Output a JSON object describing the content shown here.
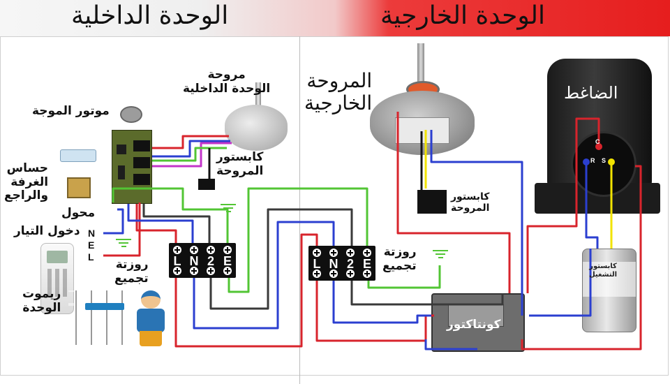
{
  "header": {
    "outdoor_title": "الوحدة الخارجية",
    "indoor_title": "الوحدة الداخلية"
  },
  "indoor": {
    "fan_label_1": "مروحة",
    "fan_label_2": "الوحدة الداخلية",
    "swing_motor": "موتور الموجة",
    "fan_capacitor_1": "كابستور",
    "fan_capacitor_2": "المروحة",
    "sensor_1": "حساس",
    "sensor_2": "الغرفة",
    "sensor_3": "والراجع",
    "transformer": "محول",
    "power_in": "دخول التيار",
    "remote_1": "ريموت",
    "remote_2": "الوحدة",
    "terminal_label_1": "روزتة",
    "terminal_label_2": "تجميع",
    "power_letters": [
      "N",
      "E",
      "L"
    ],
    "terminal_letters": [
      "L",
      "N",
      "2",
      "E"
    ]
  },
  "outdoor": {
    "fan_label_1": "المروحة",
    "fan_label_2": "الخارجية",
    "compressor": "الضاغط",
    "compressor_terminals": [
      "C",
      "R",
      "S"
    ],
    "fan_capacitor_1": "كابستور",
    "fan_capacitor_2": "المروحة",
    "run_capacitor_1": "كابستور",
    "run_capacitor_2": "التشغيل",
    "contactor": "كونتاكتور",
    "terminal_label_1": "روزتة",
    "terminal_label_2": "تجميع",
    "terminal_letters": [
      "L",
      "N",
      "2",
      "E"
    ]
  },
  "colors": {
    "live": "#d8242c",
    "neutral": "#2b3fd0",
    "signal": "#3a3a3a",
    "earth": "#52c534",
    "white": "#ffffff",
    "purple": "#c335c9",
    "yellow": "#f2e300"
  }
}
